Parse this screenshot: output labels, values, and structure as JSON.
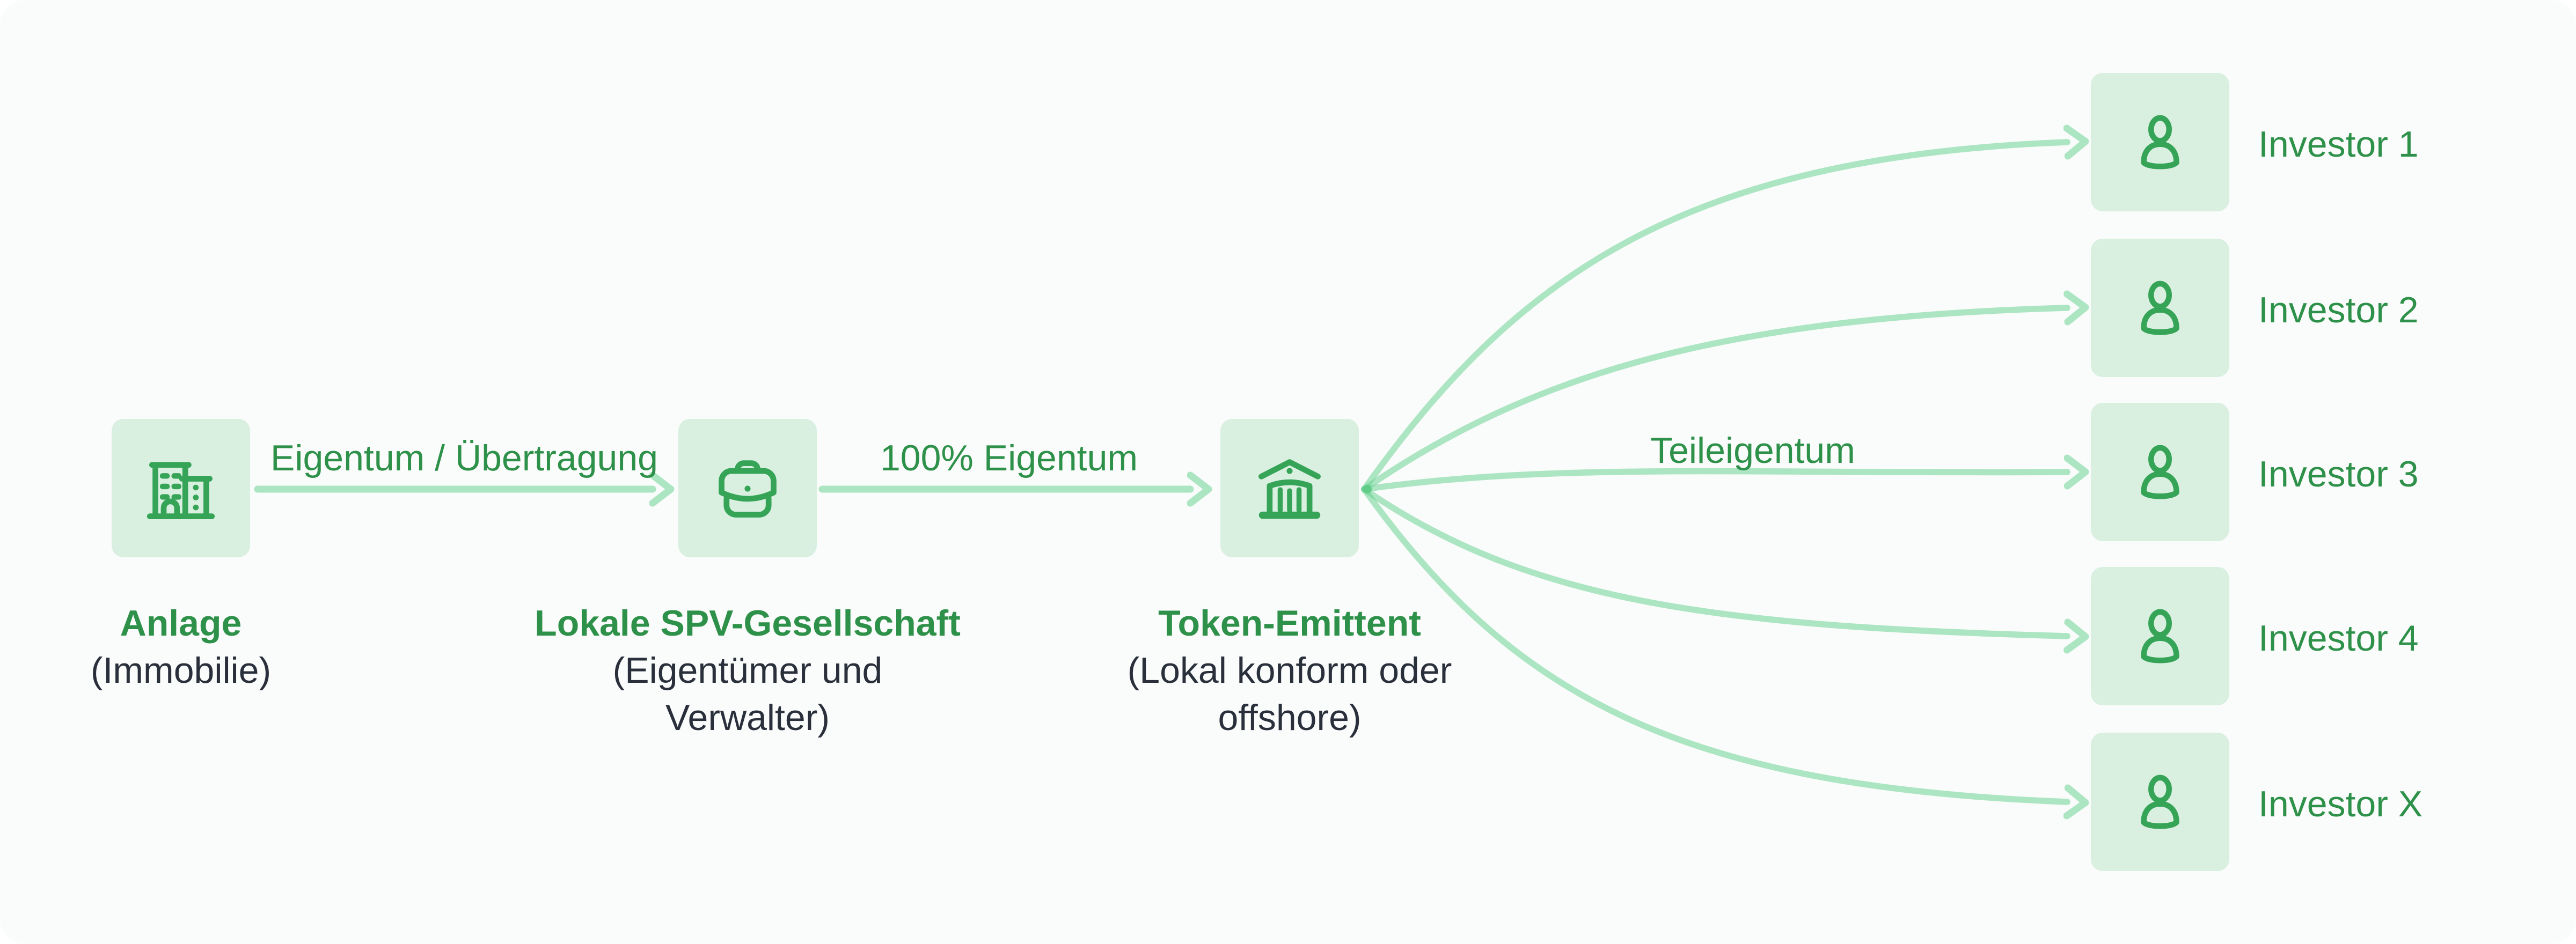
{
  "diagram": {
    "nodes": {
      "asset": {
        "title": "Anlage",
        "subtitle": "(Immobilie)"
      },
      "spv": {
        "title": "Lokale SPV-Gesellschaft",
        "subtitle": "(Eigentümer und Verwalter)"
      },
      "issuer": {
        "title": "Token-Emittent",
        "subtitle": "(Lokal konform oder offshore)"
      }
    },
    "edges": {
      "asset_to_spv": "Eigentum / Übertragung",
      "spv_to_issuer": "100% Eigentum",
      "issuer_to_investors": "Teileigentum"
    },
    "investors": [
      {
        "label": "Investor 1"
      },
      {
        "label": "Investor 2"
      },
      {
        "label": "Investor 3"
      },
      {
        "label": "Investor 4"
      },
      {
        "label": "Investor X"
      }
    ],
    "icons": {
      "asset": "building-icon",
      "spv": "briefcase-icon",
      "issuer": "bank-icon",
      "investor": "person-icon"
    },
    "colors": {
      "canvas_bg": "#fafbfb",
      "node_bg": "#d9f0e1",
      "icon_stroke": "#36a457",
      "green_text": "#2e9149",
      "dark_text": "#2a303b",
      "arrow": "#69d491",
      "arrow_origin_dot": "#5ecb87"
    }
  }
}
